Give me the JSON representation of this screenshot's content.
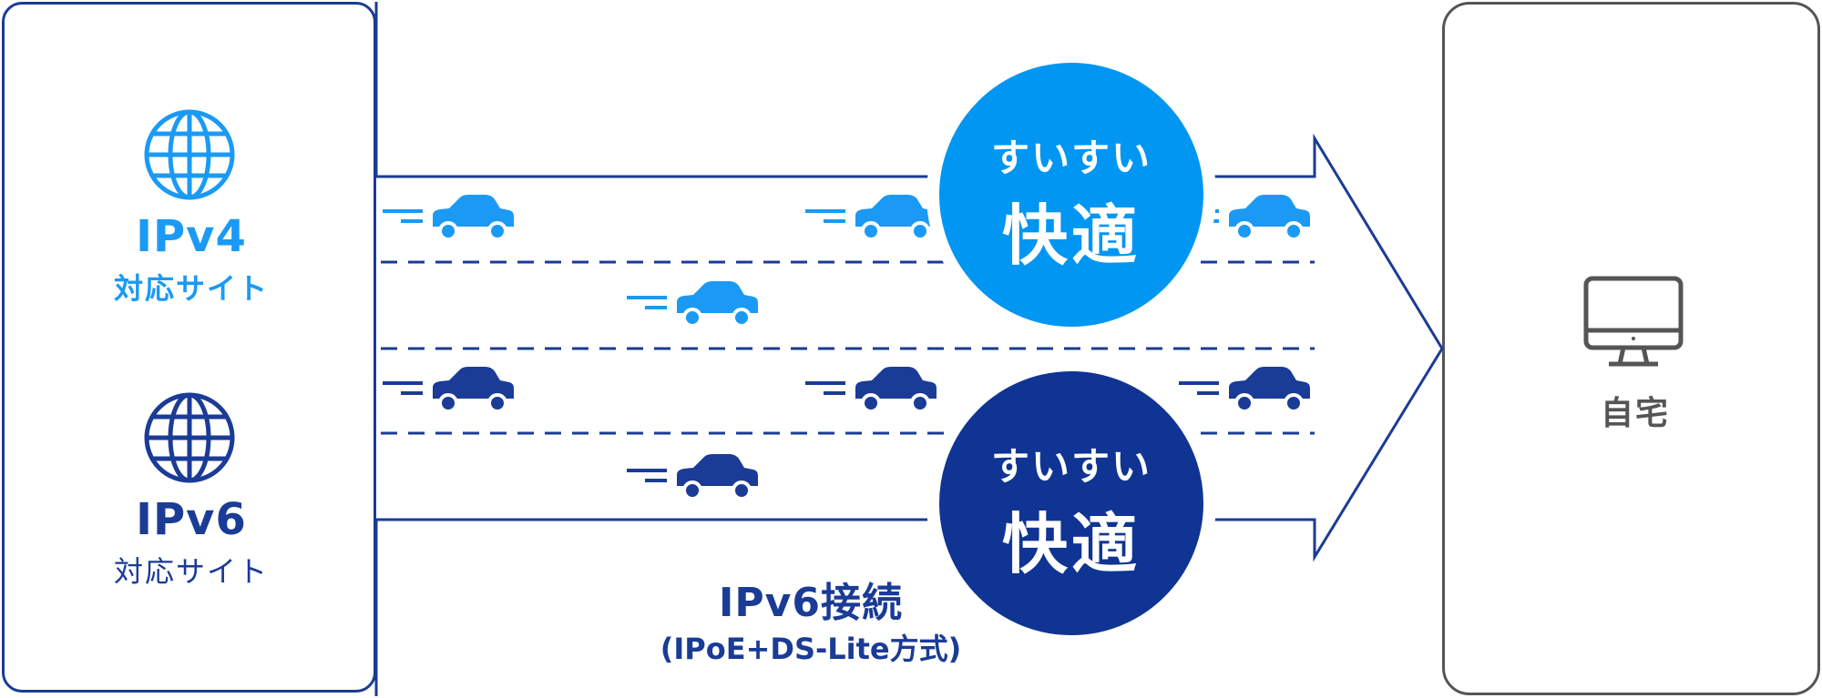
{
  "colors": {
    "ipv4": "#1a9af5",
    "ipv6": "#1a3b96",
    "line": "#1a3b96",
    "home_border": "#555555",
    "circle_ipv4": "#0096f2",
    "circle_ipv6": "#0f3493"
  },
  "left_panel": {
    "ipv4": {
      "icon": "globe-icon",
      "title": "IPv4",
      "subtitle": "対応サイト"
    },
    "ipv6": {
      "icon": "globe-icon",
      "title": "IPv6",
      "subtitle": "対応サイト"
    }
  },
  "circles": {
    "ipv4": {
      "line1": "すいすい",
      "line2": "快適"
    },
    "ipv6": {
      "line1": "すいすい",
      "line2": "快適"
    }
  },
  "connection": {
    "title": "IPv6接続",
    "subtitle": "(IPoE+DS-Lite方式)"
  },
  "home": {
    "icon": "monitor-icon",
    "label": "自宅"
  }
}
